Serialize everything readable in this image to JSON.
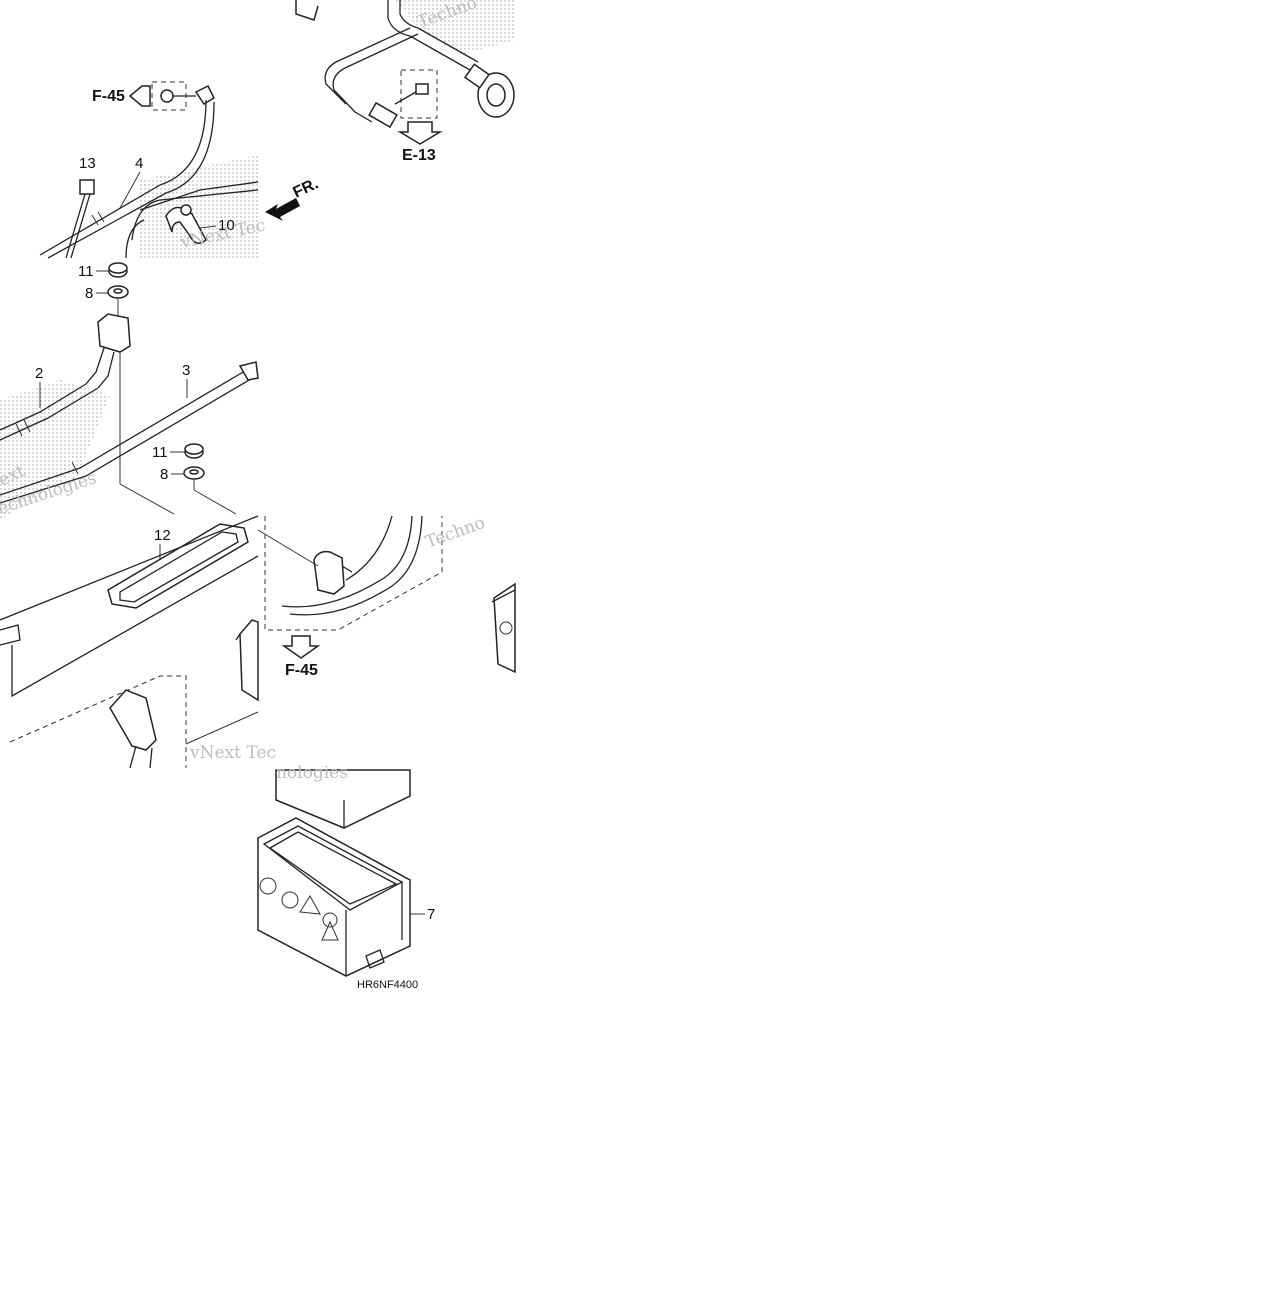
{
  "callouts": {
    "p13": "13",
    "p4": "4",
    "p10": "10",
    "p11a": "11",
    "p8a": "8",
    "p2": "2",
    "p3": "3",
    "p11b": "11",
    "p8b": "8",
    "p12": "12",
    "p7": "7"
  },
  "references": {
    "f45_top": "F-45",
    "e13": "E-13",
    "f45_bottom": "F-45",
    "front": "FR."
  },
  "diagram_code": "HR6NF4400",
  "watermarks": {
    "w1": "Techno",
    "w2": "vNext Tec",
    "w3": "ext",
    "w4": "echnologies",
    "w5": "Techno",
    "w6": "vNext Tec",
    "w7": "nologies"
  }
}
